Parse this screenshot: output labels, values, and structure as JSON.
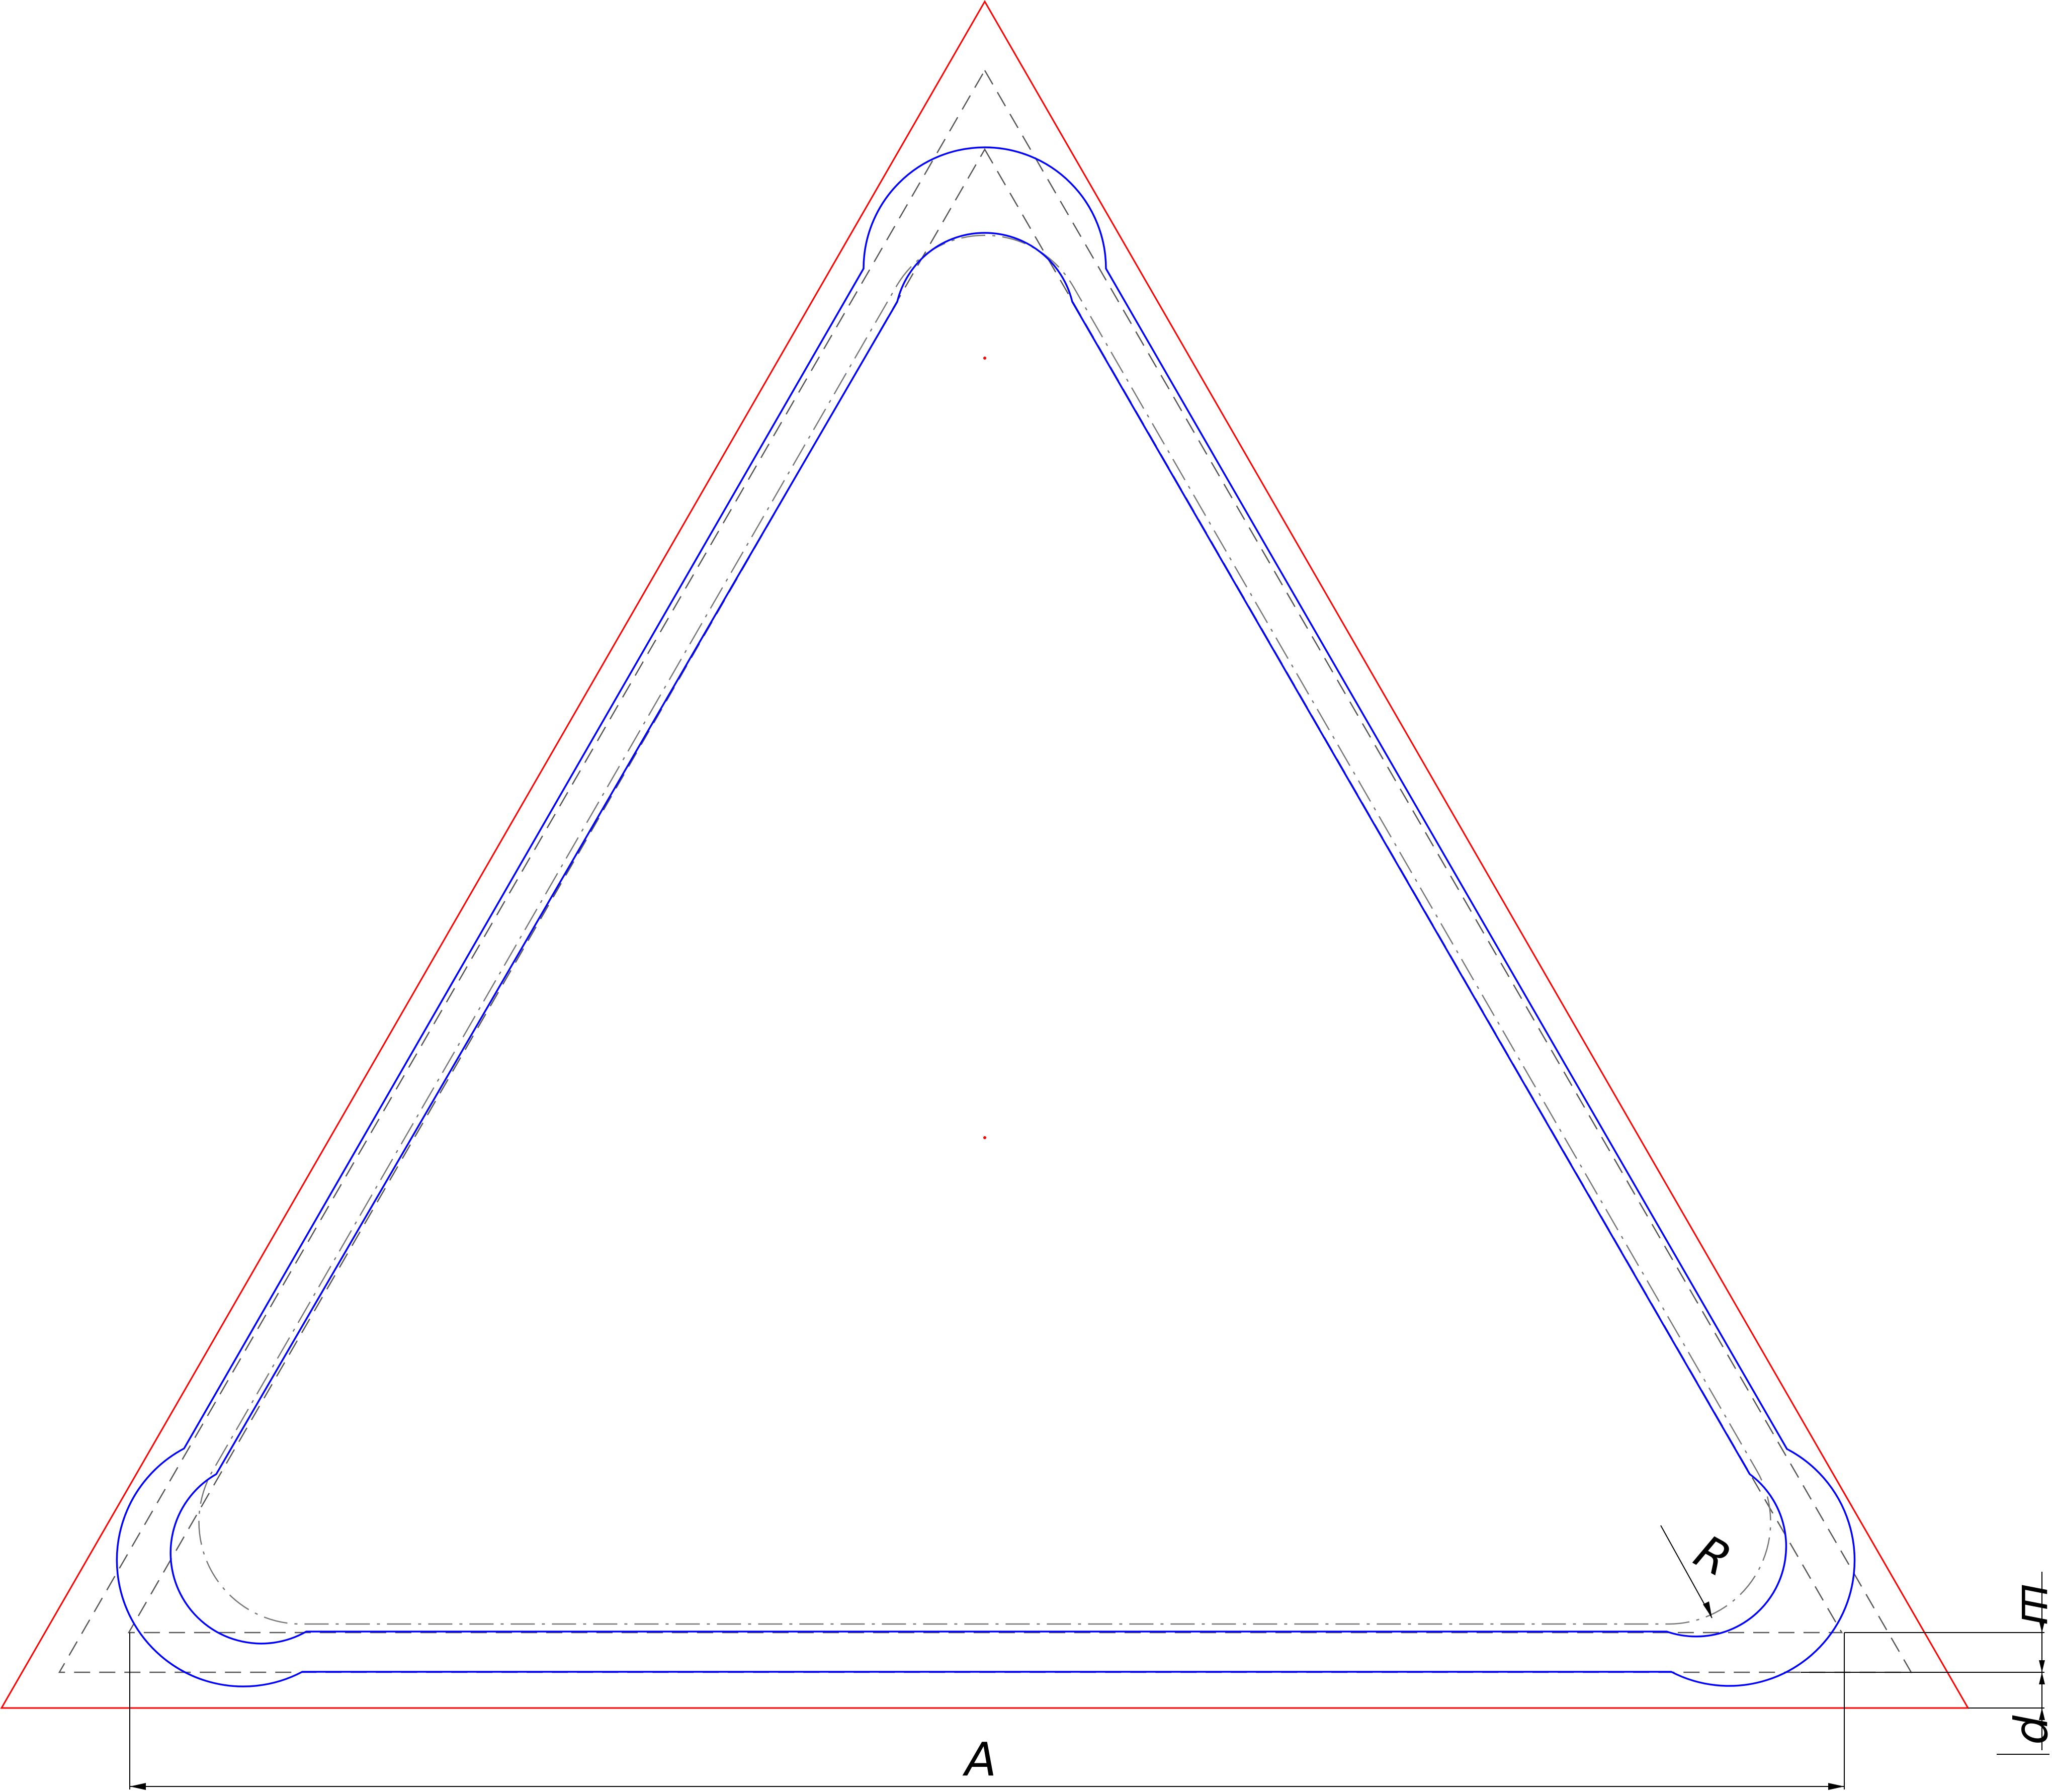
{
  "colors": {
    "outer_triangle": "#ff0000",
    "profile_line": "#0000ff",
    "dashed_line": "#555555",
    "centerline": "#777777",
    "dimension_line": "#000000",
    "center_mark": "#ff0000"
  },
  "dimensions": {
    "width_label": "A",
    "radius_label": "R",
    "upper_gap_label": "ш",
    "lower_gap_label": "р"
  }
}
